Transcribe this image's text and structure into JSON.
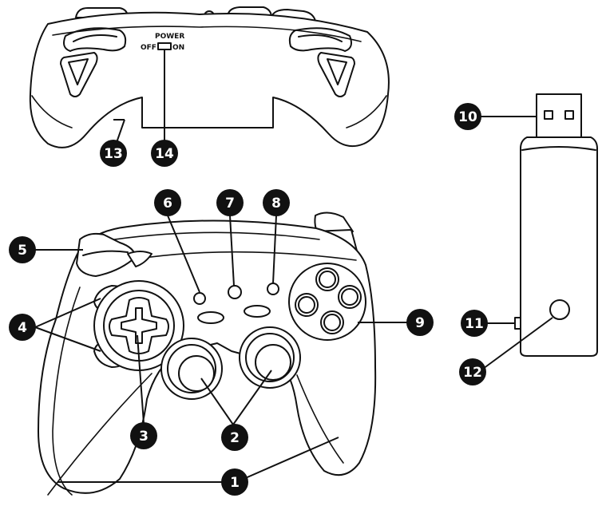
{
  "switch": {
    "title": "POWER",
    "off_label": "OFF",
    "on_label": "ON"
  },
  "callouts": [
    {
      "number": "1",
      "part": "controller-body"
    },
    {
      "number": "2",
      "part": "analog-sticks"
    },
    {
      "number": "3",
      "part": "d-pad"
    },
    {
      "number": "4",
      "part": "side-buttons"
    },
    {
      "number": "5",
      "part": "shoulder-button"
    },
    {
      "number": "6",
      "part": "button-6"
    },
    {
      "number": "7",
      "part": "button-7"
    },
    {
      "number": "8",
      "part": "button-8"
    },
    {
      "number": "9",
      "part": "action-buttons"
    },
    {
      "number": "10",
      "part": "usb-plug"
    },
    {
      "number": "11",
      "part": "receiver-side-button"
    },
    {
      "number": "12",
      "part": "receiver-led"
    },
    {
      "number": "13",
      "part": "battery-compartment"
    },
    {
      "number": "14",
      "part": "power-switch"
    }
  ]
}
